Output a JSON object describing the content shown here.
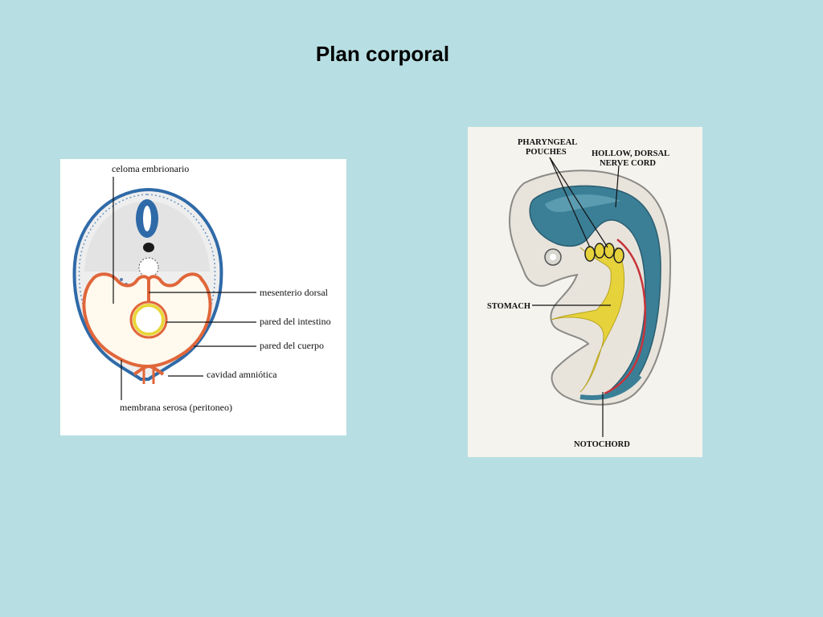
{
  "slide": {
    "title": "Plan corporal",
    "background": "#b7dfe3"
  },
  "cross_section": {
    "labels": {
      "celoma": "celoma embrionario",
      "mesenterio": "mesenterio dorsal",
      "pared_intestino": "pared del intestino",
      "pared_cuerpo": "pared del cuerpo",
      "cavidad": "cavidad amniótica",
      "membrana": "membrana serosa (peritoneo)"
    },
    "colors": {
      "ectoderm": "#2f6aa8",
      "serosa": "#e0663a",
      "gut": "#e8d63a"
    }
  },
  "embryo": {
    "labels": {
      "pouches_line1": "PHARYNGEAL",
      "pouches_line2": "POUCHES",
      "nerve_line1": "HOLLOW, DORSAL",
      "nerve_line2": "NERVE CORD",
      "stomach": "STOMACH",
      "notochord": "NOTOCHORD"
    },
    "colors": {
      "nerve_cord": "#3a7f96",
      "gut": "#e6d23a",
      "notochord": "#c8333a"
    }
  }
}
